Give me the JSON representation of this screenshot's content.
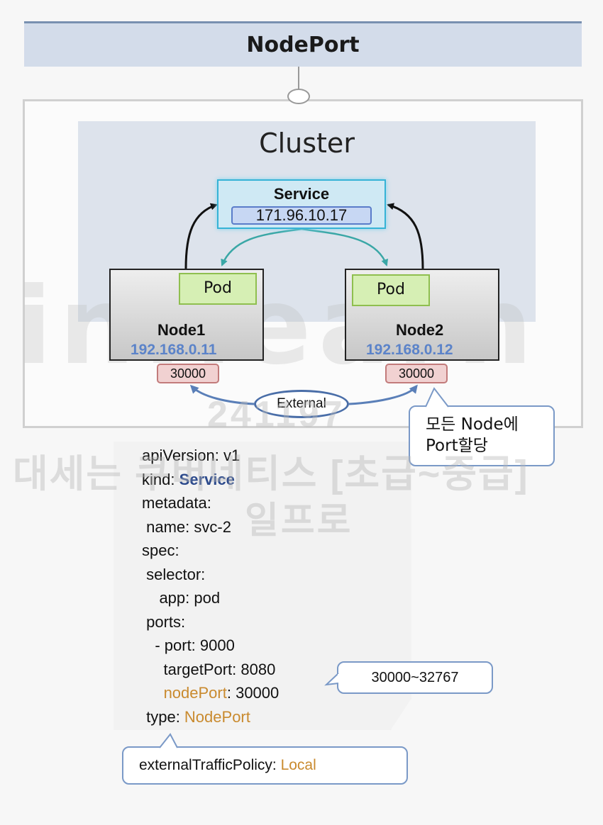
{
  "title": "NodePort",
  "cluster": {
    "label": "Cluster"
  },
  "service": {
    "label": "Service",
    "ip": "171.96.10.17"
  },
  "nodes": [
    {
      "pod": "Pod",
      "name": "Node1",
      "ip": "192.168.0.11",
      "port": "30000"
    },
    {
      "pod": "Pod",
      "name": "Node2",
      "ip": "192.168.0.12",
      "port": "30000"
    }
  ],
  "external": "External",
  "callouts": {
    "node_port_line1": "모든 Node에",
    "node_port_line2": "Port할당",
    "range": "30000~32767",
    "policy_key": "externalTrafficPolicy: ",
    "policy_value": "Local"
  },
  "yaml": {
    "l1": "apiVersion: v1",
    "l2_key": "kind: ",
    "l2_value": "Service",
    "l3": "metadata:",
    "l4": " name: svc-2",
    "l5": "spec:",
    "l6": " selector:",
    "l7": "    app: pod",
    "l8": " ports:",
    "l9": "   - port: 9000",
    "l10": "     targetPort: 8080",
    "l11_key": "nodePort",
    "l11_value": ": 30000",
    "l12_key": " type: ",
    "l12_value": "NodePort"
  },
  "watermark": {
    "logo": "inflearn",
    "id": "241197",
    "course": "대세는 쿠버네티스 [초급~중급]",
    "name": "일프로"
  },
  "colors": {
    "node_ip": "#5b83c9",
    "highlight": "#c98a2e",
    "arrow_teal": "#3aa7a6",
    "external_arrow": "#5a7fb8"
  }
}
